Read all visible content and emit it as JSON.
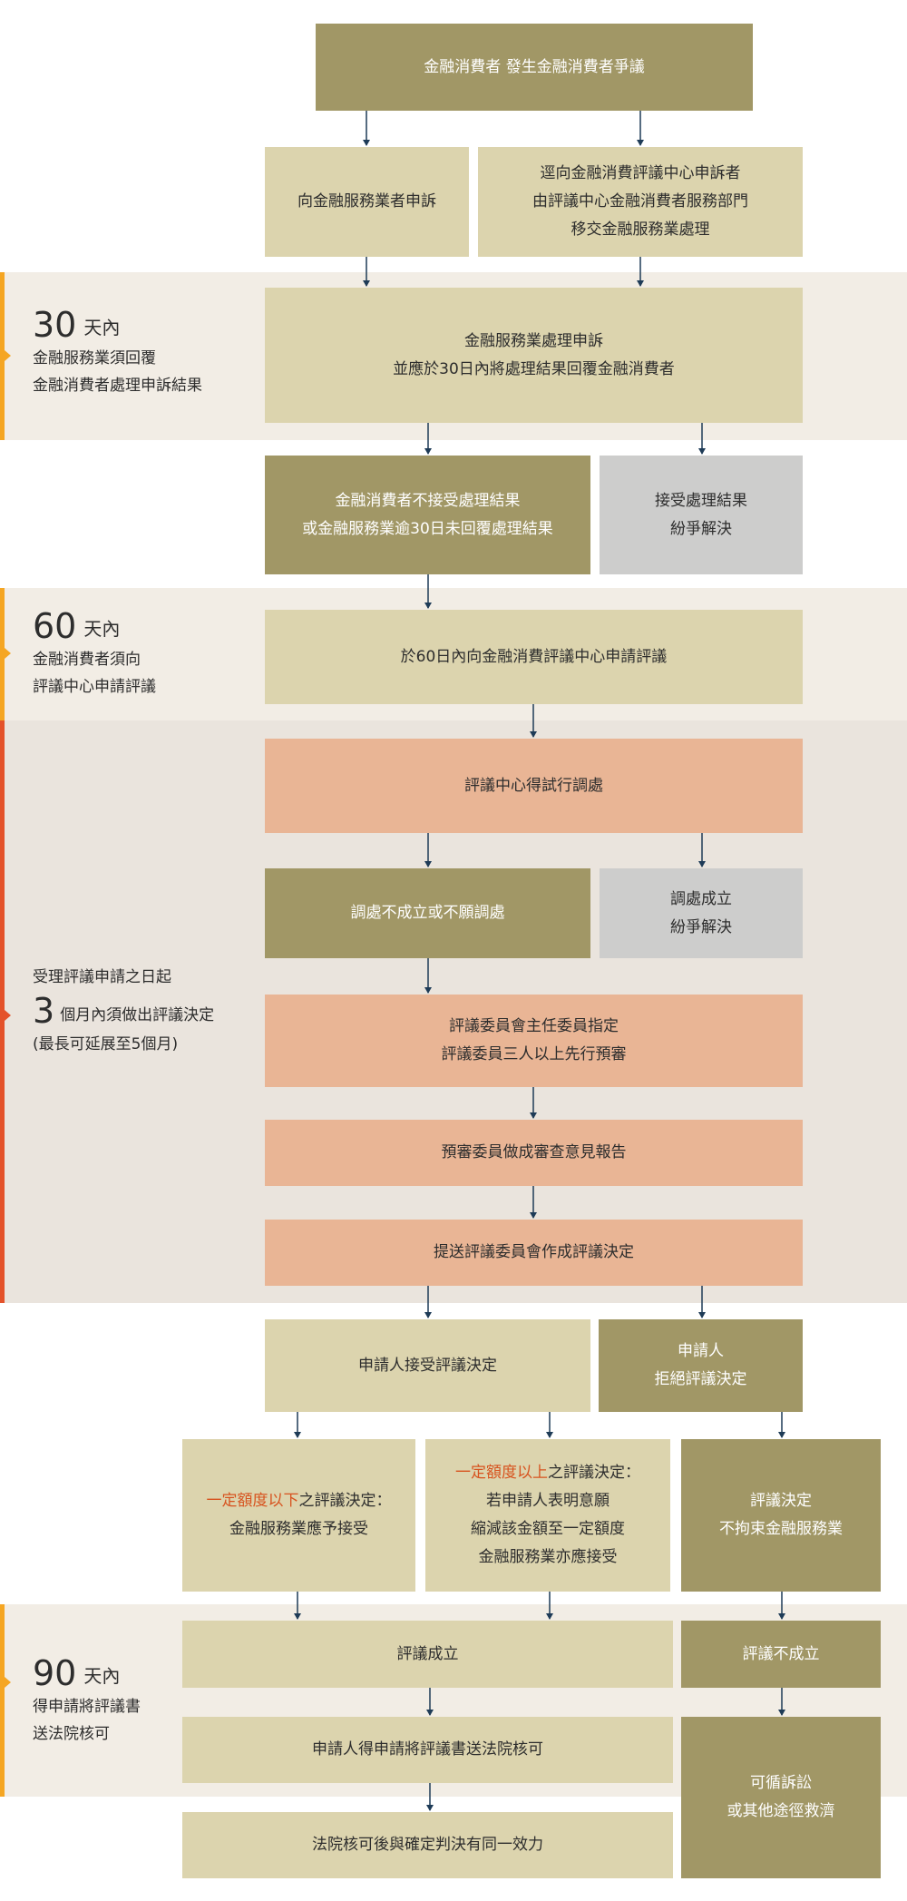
{
  "colors": {
    "olive": "#a19766",
    "tan": "#dcd4ae",
    "gray": "#cdcdcc",
    "salmon": "#e9b595",
    "band_light": "#f2ede5",
    "band_dark": "#eae4dd",
    "accent_orange": "#f5a623",
    "accent_red": "#e4522a",
    "highlight_text": "#d7531f",
    "arrow": "#1e3b57"
  },
  "flow": {
    "start": "金融消費者 發生金融消費者爭議",
    "complain_business": "向金融服務業者申訴",
    "complain_center": [
      "逕向金融消費評議中心申訴者",
      "由評議中心金融消費者服務部門",
      "移交金融服務業處理"
    ],
    "business_handles": [
      "金融服務業處理申訴",
      "並應於30日內將處理結果回覆金融消費者"
    ],
    "not_accept": [
      "金融消費者不接受處理結果",
      "或金融服務業逾30日未回覆處理結果"
    ],
    "accept": [
      "接受處理結果",
      "紛爭解決"
    ],
    "apply_review": "於60日內向金融消費評議中心申請評議",
    "mediation_attempt": "評議中心得試行調處",
    "mediation_fail": "調處不成立或不願調處",
    "mediation_success": [
      "調處成立",
      "紛爭解決"
    ],
    "committee_assign": [
      "評議委員會主任委員指定",
      "評議委員三人以上先行預審"
    ],
    "pre_review": "預審委員做成審查意見報告",
    "decision": "提送評議委員會作成評議決定",
    "applicant_accept": "申請人接受評議決定",
    "applicant_reject": [
      "申請人",
      "拒絕評議決定"
    ],
    "below_limit": {
      "hl_pre": "一定額度以",
      "hl_key": "下",
      "post": "之評議決定：",
      "line2": "金融服務業應予接受"
    },
    "above_limit": {
      "hl_pre": "一定額度以",
      "hl_key": "上",
      "post": "之評議決定：",
      "line2": "若申請人表明意願",
      "line3": "縮減該金額至一定額度",
      "line4": "金融服務業亦應接受"
    },
    "not_binding": [
      "評議決定",
      "不拘束金融服務業"
    ],
    "review_established": "評議成立",
    "review_not_established": "評議不成立",
    "court_send": "申請人得申請將評議書送法院核可",
    "court_effect": "法院核可後與確定判決有同一效力",
    "other_remedy": [
      "可循訴訟",
      "或其他途徑救濟"
    ]
  },
  "sidebar": {
    "d30": {
      "num": "30",
      "unit": "天內",
      "line1": "金融服務業須回覆",
      "line2": "金融消費者處理申訴結果"
    },
    "d60": {
      "num": "60",
      "unit": "天內",
      "line1": "金融消費者須向",
      "line2": "評議中心申請評議"
    },
    "m3": {
      "line1": "受理評議申請之日起",
      "num": "3",
      "unit": "個月內須做出評議決定",
      "line3": "(最長可延展至5個月)"
    },
    "d90": {
      "num": "90",
      "unit": "天內",
      "line1": "得申請將評議書",
      "line2": "送法院核可"
    }
  }
}
